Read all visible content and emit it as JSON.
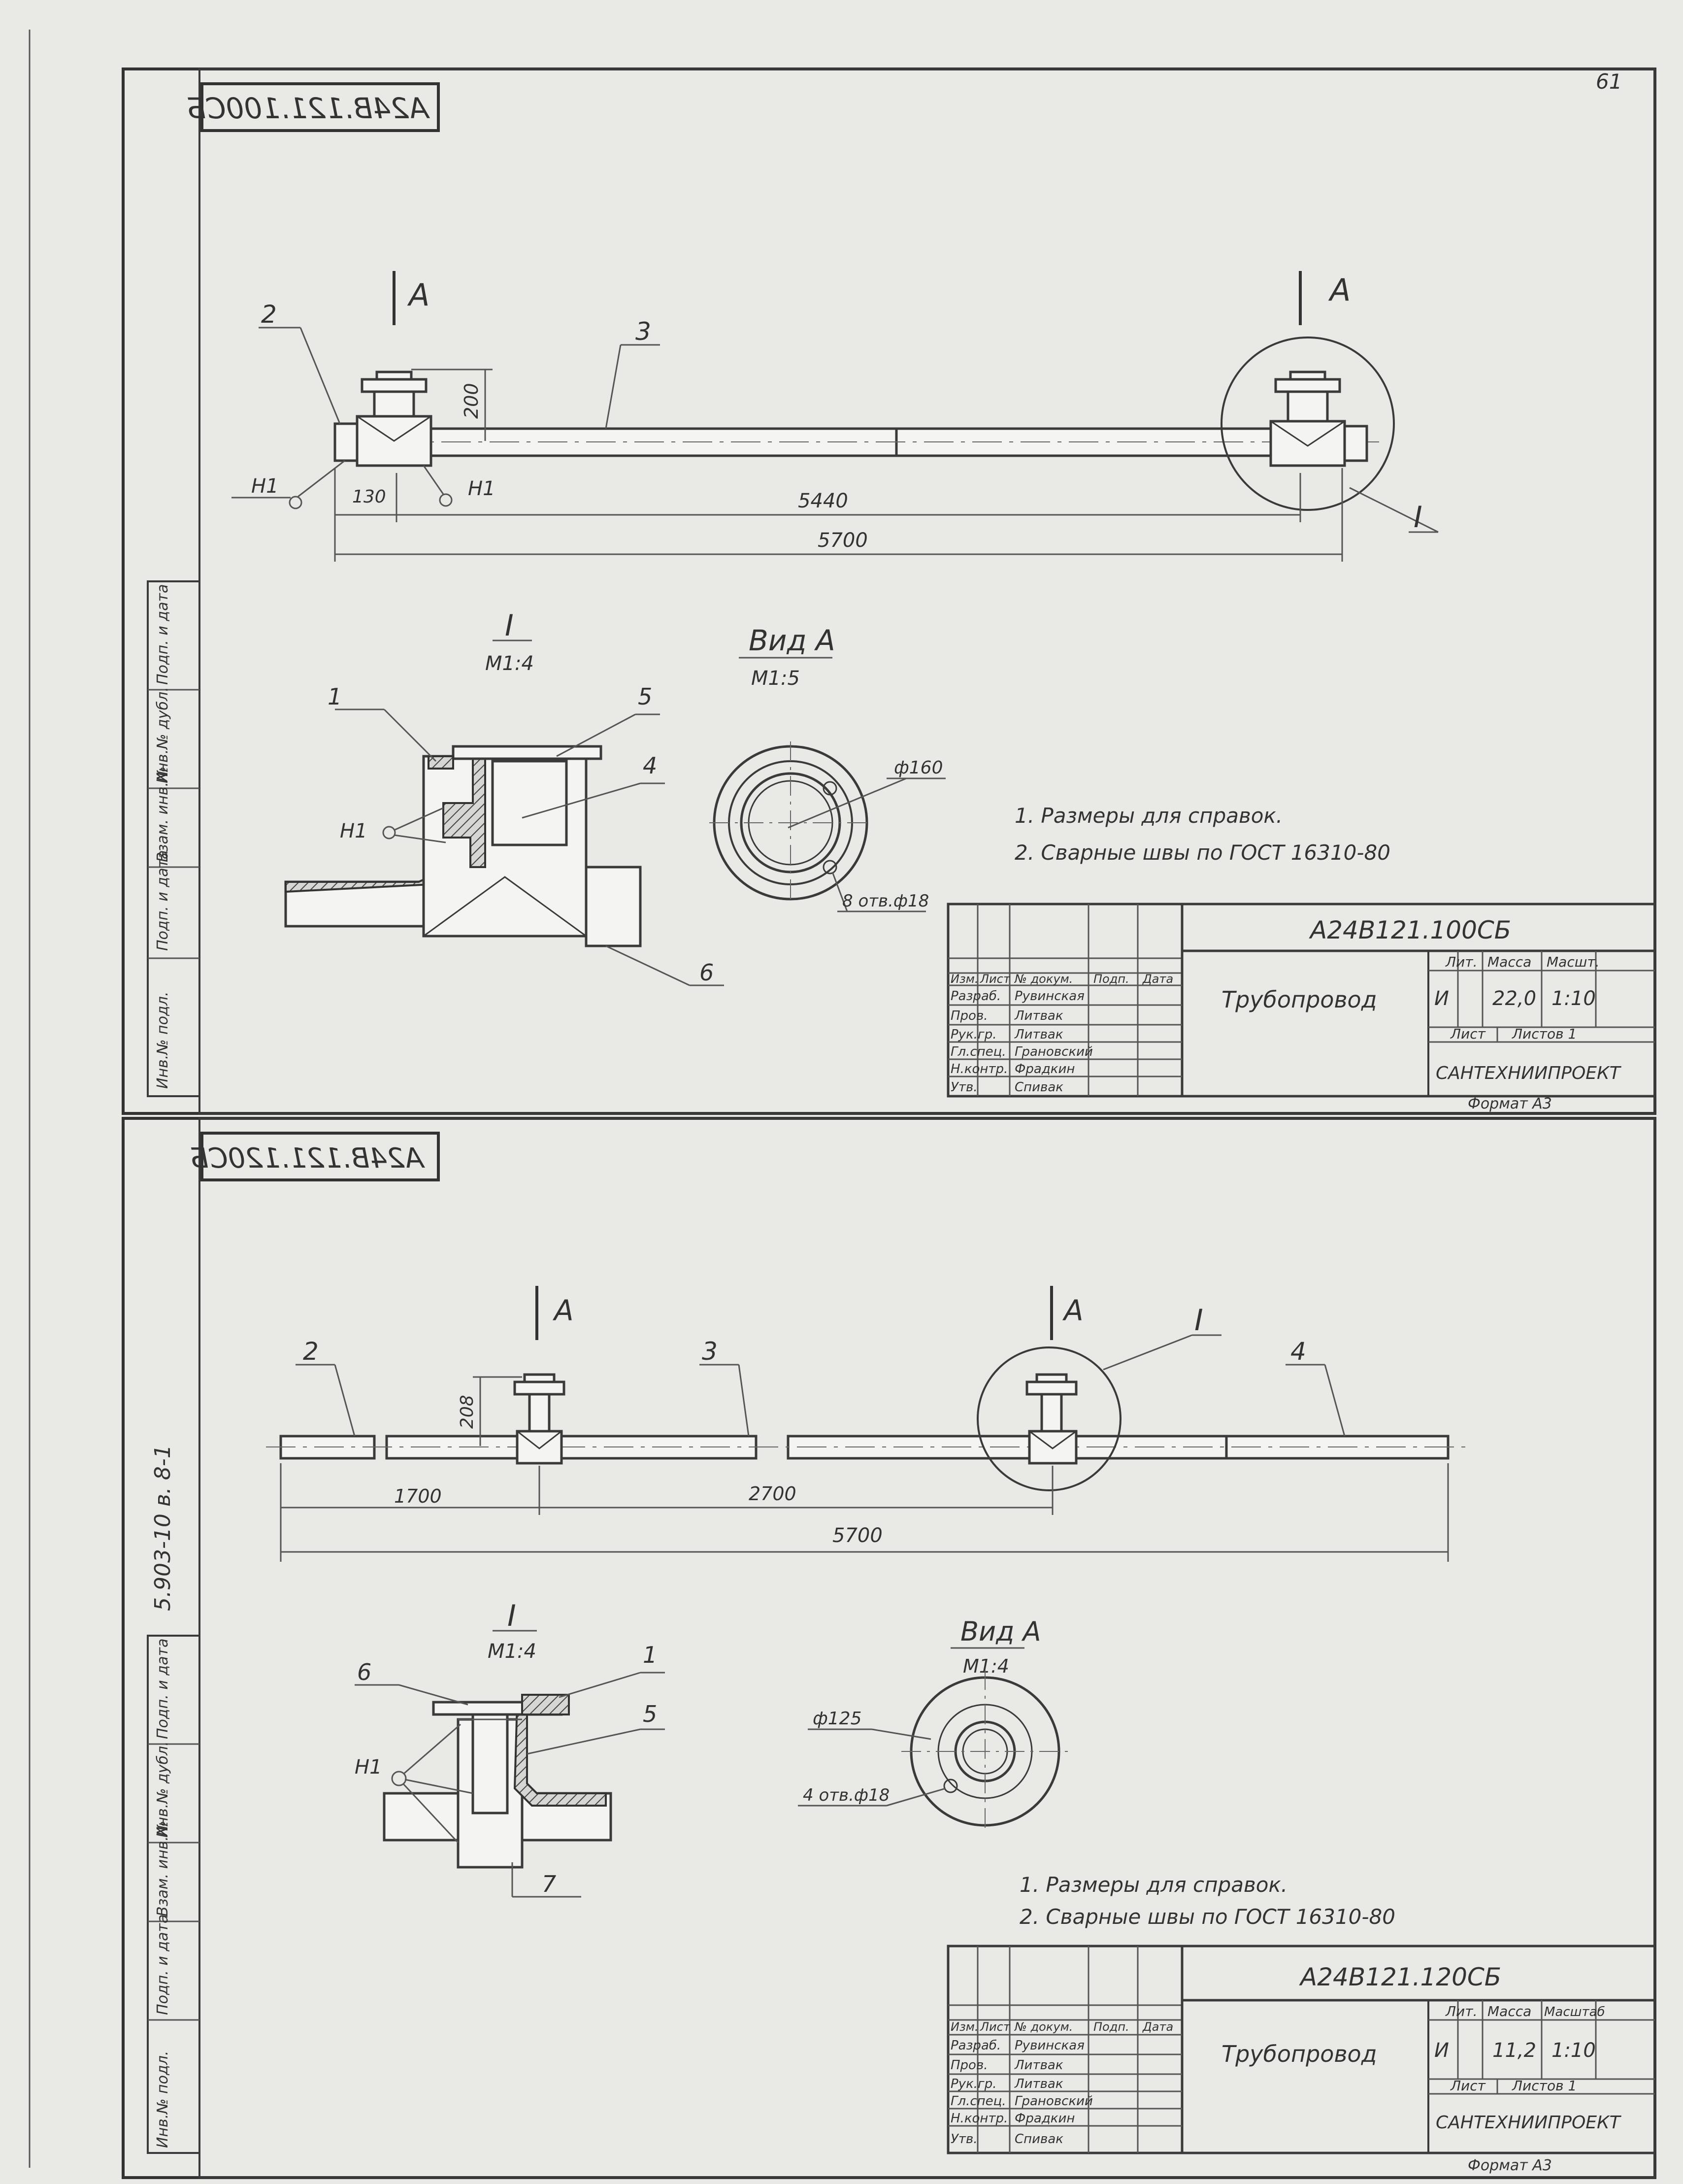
{
  "page": {
    "number": "61"
  },
  "sheet1": {
    "stamp_code_mirrored": "А24В.121.100СБ",
    "section_mark": "А",
    "callouts": [
      "2",
      "3",
      "1",
      "4",
      "5",
      "6"
    ],
    "detail_label": "I",
    "weld_mark": "Н1",
    "dims": {
      "height": "200",
      "offset": "130",
      "span": "5440",
      "total": "5700",
      "diam": "ф160",
      "holes": "8 отв.ф18"
    },
    "detail_title": "I",
    "detail_scale": "М1:4",
    "view_title": "Вид А",
    "view_scale": "М1:5",
    "notes": [
      "1. Размеры для справок.",
      "2. Сварные швы по ГОСТ 16310-80"
    ],
    "title_block": {
      "code": "А24В121.100СБ",
      "name": "Трубопровод",
      "lit_header": "Лит.",
      "mass_header": "Масса",
      "scale_header": "Масшт.",
      "lit": "И",
      "mass": "22,0",
      "scale": "1:10",
      "sheet_label": "Лист",
      "sheets_label": "Листов 1",
      "org": "САНТЕХНИИПРОЕКТ",
      "format": "Формат А3",
      "headers": [
        "Изм.",
        "Лист",
        "№ докум.",
        "Подп.",
        "Дата"
      ],
      "roles": [
        "Разраб.",
        "Пров.",
        "Рук.гр.",
        "Гл.спец.",
        "Н.контр.",
        "Утв."
      ],
      "names": [
        "Рувинская",
        "Литвак",
        "Литвак",
        "Грановский",
        "Фрадкин",
        "Спивак"
      ]
    },
    "side_labels": [
      "Инв.№ подл.",
      "Подп. и дата",
      "Взам. инв.№",
      "Инв.№ дубл.",
      "Подп. и дата"
    ]
  },
  "sheet2": {
    "stamp_code_mirrored": "А24В.121.120СБ",
    "section_mark": "А",
    "callouts": [
      "2",
      "3",
      "4",
      "1",
      "5",
      "6",
      "7"
    ],
    "detail_label": "I",
    "weld_mark": "Н1",
    "dims": {
      "height": "208",
      "left": "1700",
      "mid": "2700",
      "total": "5700",
      "diam": "ф125",
      "holes": "4 отв.ф18"
    },
    "detail_title": "I",
    "detail_scale": "М1:4",
    "view_title": "Вид А",
    "view_scale": "М1:4",
    "notes": [
      "1. Размеры для справок.",
      "2. Сварные швы по ГОСТ 16310-80"
    ],
    "title_block": {
      "code": "А24В121.120СБ",
      "name": "Трубопровод",
      "lit_header": "Лит.",
      "mass_header": "Масса",
      "scale_header": "Масштаб",
      "lit": "И",
      "mass": "11,2",
      "scale": "1:10",
      "sheet_label": "Лист",
      "sheets_label": "Листов 1",
      "org": "САНТЕХНИИПРОЕКТ",
      "format": "Формат А3",
      "headers": [
        "Изм.",
        "Лист",
        "№ докум.",
        "Подп.",
        "Дата"
      ],
      "roles": [
        "Разраб.",
        "Пров.",
        "Рук.гр.",
        "Гл.спец.",
        "Н.контр.",
        "Утв."
      ],
      "names": [
        "Рувинская",
        "Литвак",
        "Литвак",
        "Грановский",
        "Фрадкин",
        "Спивак"
      ]
    },
    "side_labels": [
      "Инв.№ подл.",
      "Подп. и дата",
      "Взам. инв.№",
      "Инв.№ дубл.",
      "Подп. и дата"
    ]
  },
  "margin_code": "5.903-10   в. 8-1",
  "colors": {
    "paper": "#e9e9e6",
    "ink": "#333333"
  }
}
